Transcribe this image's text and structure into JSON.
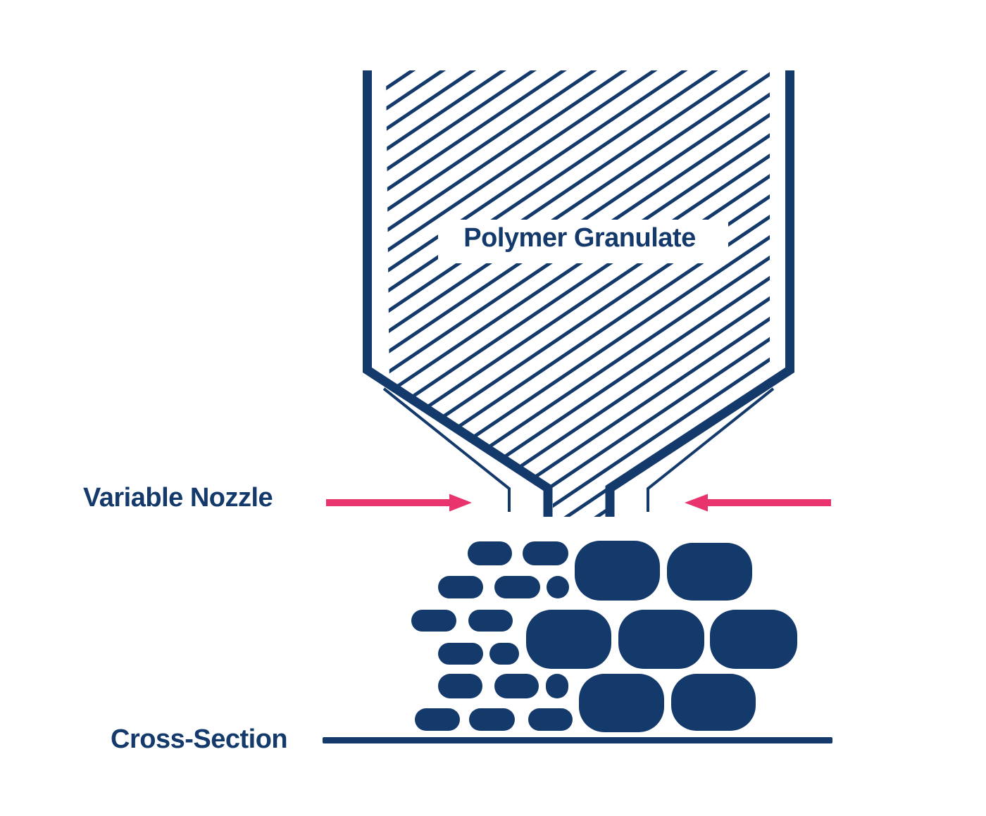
{
  "labels": {
    "hopper": "Polymer Granulate",
    "nozzle": "Variable Nozzle",
    "cross_section": "Cross-Section"
  },
  "icons": {
    "left_arrow": "right-pointing-arrow",
    "right_arrow": "left-pointing-arrow"
  },
  "colors": {
    "navy": "#14396B",
    "pink": "#E8336C",
    "background": "#FFFFFF"
  }
}
